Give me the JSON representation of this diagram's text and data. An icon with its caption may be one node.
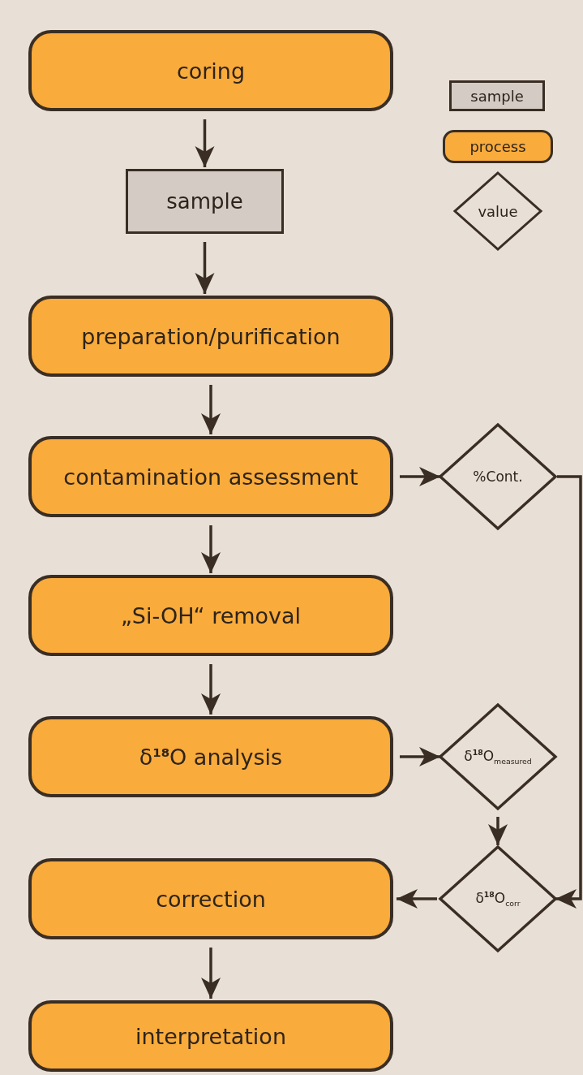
{
  "diagram": {
    "nodes": [
      {
        "text": [
          "coring"
        ]
      },
      {
        "text": [
          "sample"
        ]
      },
      {
        "text": [
          "preparation/purification"
        ]
      },
      {
        "text": [
          "contamination assessment"
        ]
      },
      {
        "text": [
          "%Cont."
        ]
      },
      {
        "text": [
          "„Si-OH“ removal"
        ]
      },
      {
        "text": [
          "δ$^{18}$O analysis"
        ]
      },
      {
        "text": [
          "δ$^{18}$O$_{measured}$"
        ]
      },
      {
        "text": [
          "correction"
        ]
      },
      {
        "text": [
          "δ$^{18}$O$_{corr}$"
        ]
      },
      {
        "text": [
          "interpretation"
        ]
      }
    ],
    "edges": [
      {
        "from": 0,
        "to": 1,
        "arrow": "to"
      },
      {
        "from": 1,
        "to": 2,
        "arrow": "to"
      },
      {
        "from": 2,
        "to": 3,
        "arrow": "to"
      },
      {
        "from": 3,
        "to": 4,
        "arrow": "to"
      },
      {
        "from": 3,
        "to": 5,
        "arrow": "to"
      },
      {
        "from": 5,
        "to": 6,
        "arrow": "to"
      },
      {
        "from": 6,
        "to": 7,
        "arrow": "to"
      },
      {
        "from": 7,
        "to": 9,
        "arrow": "to"
      },
      {
        "from": 4,
        "to": 9,
        "arrow": "to"
      },
      {
        "from": 9,
        "to": 8,
        "arrow": "to"
      },
      {
        "from": 8,
        "to": 10,
        "arrow": "to"
      }
    ],
    "legend": [
      {
        "text": "sample"
      },
      {
        "text": "process"
      },
      {
        "text": "value"
      }
    ]
  }
}
